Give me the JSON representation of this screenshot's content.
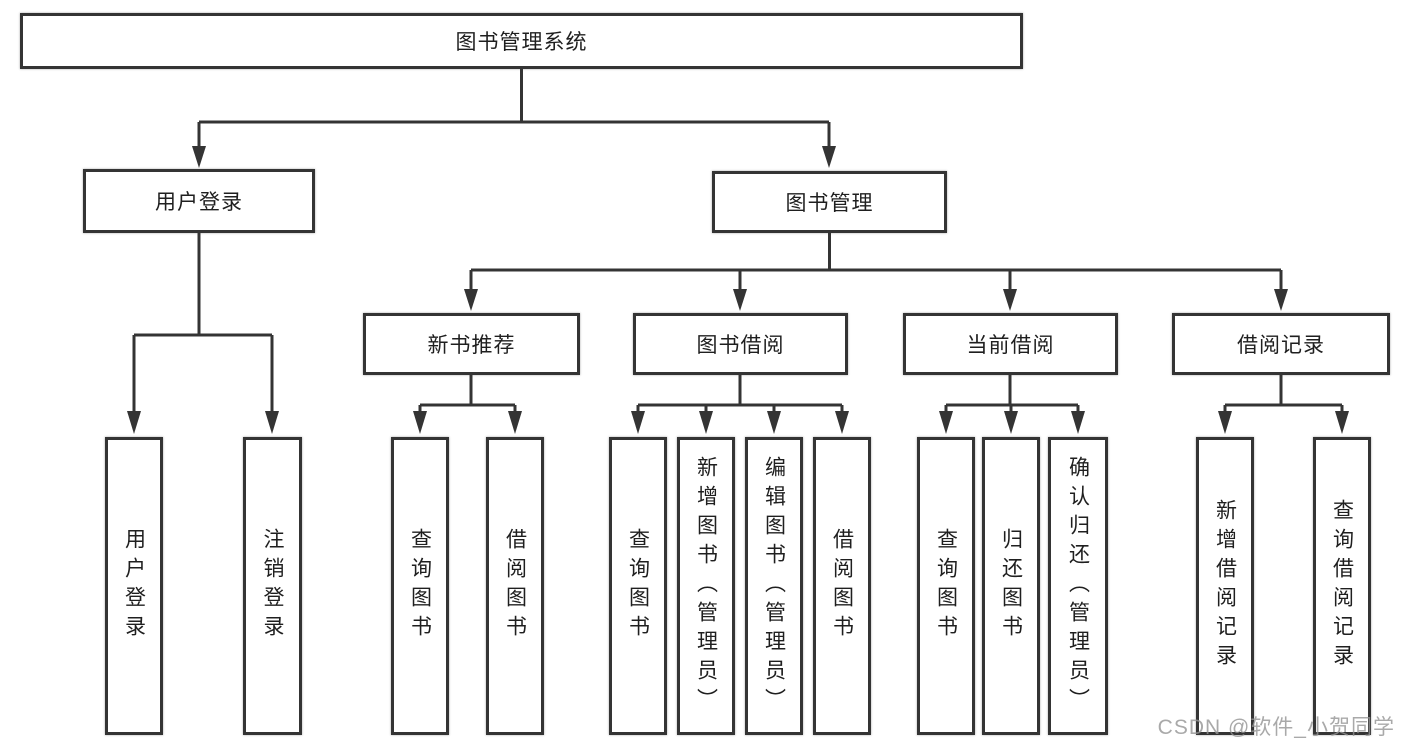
{
  "tree": {
    "root": {
      "label": "图书管理系统"
    },
    "branches": [
      {
        "label": "用户登录",
        "children": [
          {
            "label": "用户登录"
          },
          {
            "label": "注销登录"
          }
        ]
      },
      {
        "label": "图书管理",
        "children": [
          {
            "label": "新书推荐",
            "children": [
              {
                "label": "查询图书"
              },
              {
                "label": "借阅图书"
              }
            ]
          },
          {
            "label": "图书借阅",
            "children": [
              {
                "label": "查询图书"
              },
              {
                "label": "新增图书（管理员）"
              },
              {
                "label": "编辑图书（管理员）"
              },
              {
                "label": "借阅图书"
              }
            ]
          },
          {
            "label": "当前借阅",
            "children": [
              {
                "label": "查询图书"
              },
              {
                "label": "归还图书"
              },
              {
                "label": "确认归还（管理员）"
              }
            ]
          },
          {
            "label": "借阅记录",
            "children": [
              {
                "label": "新增借阅记录"
              },
              {
                "label": "查询借阅记录"
              }
            ]
          }
        ]
      }
    ]
  },
  "watermark": "CSDN @软件_小贺同学",
  "colors": {
    "line": "#343434",
    "text": "#1f1f1f",
    "box_background": "#ffffff",
    "watermark": "#949494",
    "background": "#ffffff"
  }
}
